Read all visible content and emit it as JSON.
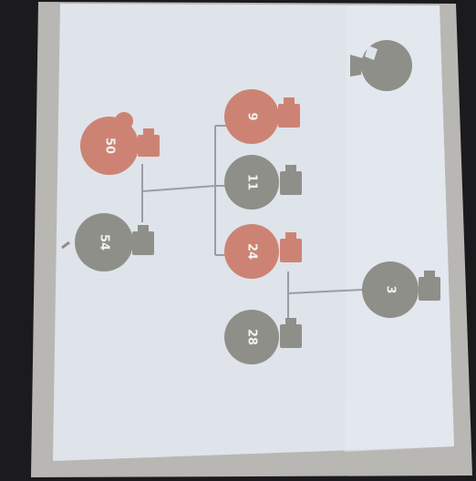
{
  "colors": {
    "female": "#cd8374",
    "male": "#8e8f88",
    "line": "#9a9ea4",
    "screen": "#dfe3ea",
    "bezel": "#b8b7b4",
    "background": "#1b1b1d"
  },
  "diagram": {
    "nodes": [
      {
        "id": "n50",
        "label": "50",
        "gender": "female",
        "icon": "bag-icon"
      },
      {
        "id": "n54",
        "label": "54",
        "gender": "male",
        "icon": "bag-icon"
      },
      {
        "id": "n9",
        "label": "9",
        "gender": "female",
        "icon": "bag-icon"
      },
      {
        "id": "n11",
        "label": "11",
        "gender": "male",
        "icon": "bag-icon"
      },
      {
        "id": "n24",
        "label": "24",
        "gender": "female",
        "icon": "bag-icon"
      },
      {
        "id": "n28",
        "label": "28",
        "gender": "male",
        "icon": "bag-icon"
      },
      {
        "id": "n3",
        "label": "3",
        "gender": "male",
        "icon": "bag-icon"
      },
      {
        "id": "unlabeled",
        "label": "",
        "gender": "male",
        "icon": "head-silhouette-icon"
      }
    ],
    "connectors": [
      {
        "from": "n50",
        "to": "n54",
        "type": "couple"
      },
      {
        "from": "couple-50-54",
        "to": [
          "n9",
          "n11",
          "n24"
        ],
        "type": "children"
      },
      {
        "from": "n24",
        "to": "n28",
        "type": "couple"
      },
      {
        "from": "couple-24-28",
        "to": [
          "n3"
        ],
        "type": "children"
      }
    ]
  }
}
